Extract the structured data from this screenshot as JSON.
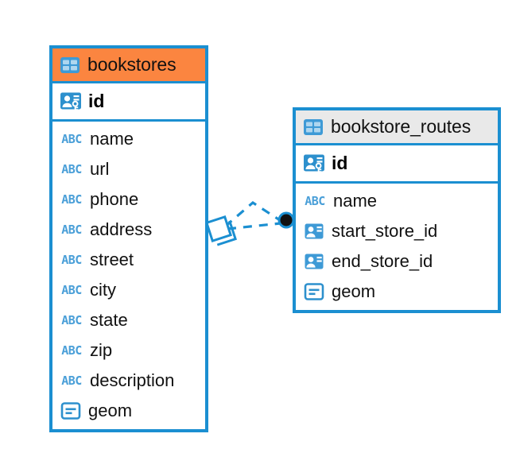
{
  "diagram": {
    "title": "bookstores / bookstore_routes ER diagram",
    "background": "#ffffff",
    "accent_blue": "#1b8fd1",
    "accent_orange": "#fb8540",
    "accent_gray": "#e9e9e9",
    "icon_blue": "#4a9fd8"
  },
  "entities": [
    {
      "name": "bookstores",
      "header_icon": "table-icon",
      "header_color": "#fb8540",
      "primary_key": {
        "label": "id",
        "icon": "primary-key-icon"
      },
      "fields": [
        {
          "label": "name",
          "icon": "abc-text-icon"
        },
        {
          "label": "url",
          "icon": "abc-text-icon"
        },
        {
          "label": "phone",
          "icon": "abc-text-icon"
        },
        {
          "label": "address",
          "icon": "abc-text-icon"
        },
        {
          "label": "street",
          "icon": "abc-text-icon"
        },
        {
          "label": "city",
          "icon": "abc-text-icon"
        },
        {
          "label": "state",
          "icon": "abc-text-icon"
        },
        {
          "label": "zip",
          "icon": "abc-text-icon"
        },
        {
          "label": "description",
          "icon": "abc-text-icon"
        },
        {
          "label": "geom",
          "icon": "geometry-icon"
        }
      ]
    },
    {
      "name": "bookstore_routes",
      "header_icon": "table-icon",
      "header_color": "#e9e9e9",
      "primary_key": {
        "label": "id",
        "icon": "primary-key-icon"
      },
      "fields": [
        {
          "label": "name",
          "icon": "abc-text-icon"
        },
        {
          "label": "start_store_id",
          "icon": "foreign-key-icon"
        },
        {
          "label": "end_store_id",
          "icon": "foreign-key-icon"
        },
        {
          "label": "geom",
          "icon": "geometry-icon"
        }
      ]
    }
  ],
  "relationships": [
    {
      "from": "bookstores",
      "to": "bookstore_routes",
      "from_marker": "diamond",
      "to_marker": "filled-circle",
      "style": "dashed"
    },
    {
      "from": "bookstores",
      "to": "bookstore_routes",
      "from_marker": "diamond",
      "to_marker": "filled-circle",
      "style": "dashed"
    }
  ]
}
